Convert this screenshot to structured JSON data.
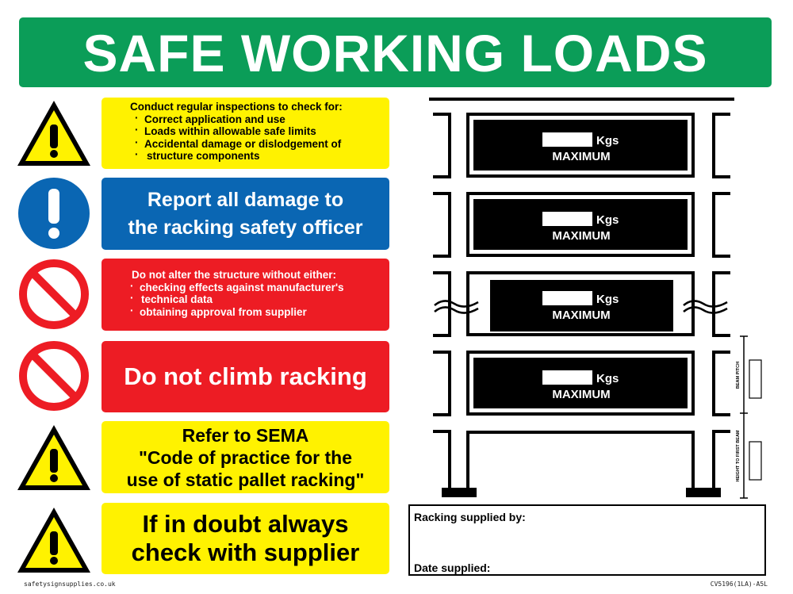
{
  "title": "SAFE WORKING LOADS",
  "panels": {
    "inspections": {
      "heading": "Conduct regular inspections to check for:",
      "items": [
        "Correct application and use",
        "Loads within allowable safe limits",
        "Accidental damage or dislodgement of",
        "structure components"
      ]
    },
    "report": {
      "line1": "Report all damage to",
      "line2": "the racking safety officer"
    },
    "alter": {
      "heading": "Do not alter the structure without either:",
      "items": [
        "checking effects against manufacturer's",
        "technical data",
        "obtaining approval from supplier"
      ]
    },
    "climb": {
      "text": "Do not climb racking"
    },
    "sema": {
      "line1": "Refer to SEMA",
      "line2": "\"Code of practice for the",
      "line3": "use of static pallet racking\""
    },
    "doubt": {
      "line1": "If in doubt always",
      "line2": "check with supplier"
    }
  },
  "icons": [
    "warning-icon",
    "mandatory-icon",
    "prohibition-icon",
    "prohibition-icon",
    "warning-icon",
    "warning-icon"
  ],
  "racking": {
    "kgs_label": "Kgs",
    "maximum_label": "MAXIMUM",
    "beam_pitch_label": "BEAM PITCH",
    "height_label": "HEIGHT TO FIRST BEAM",
    "levels": 4
  },
  "form": {
    "supplied_by_label": "Racking supplied by:",
    "date_label": "Date supplied:"
  },
  "footer": {
    "website": "safetysignsupplies.co.uk",
    "code": "CV5196(1LA)-A5L"
  },
  "colors": {
    "green": "#0b9d58",
    "yellow": "#fff200",
    "blue": "#0a66b3",
    "red": "#ed1c24"
  }
}
